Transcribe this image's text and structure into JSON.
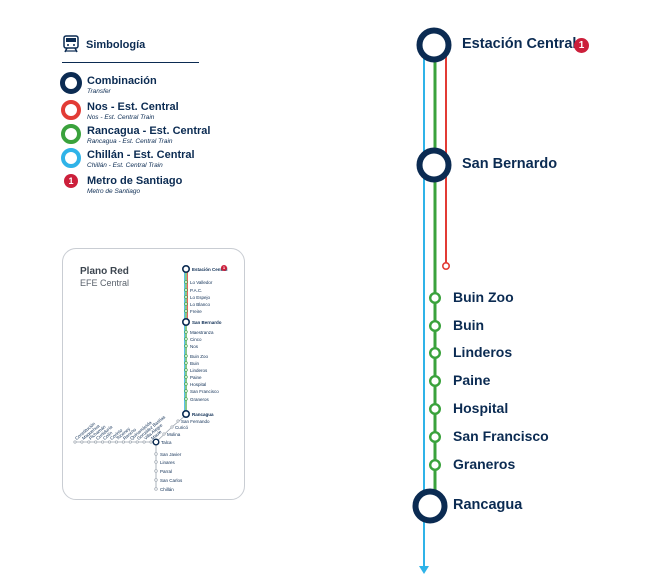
{
  "legend": {
    "title": "Simbología",
    "items": [
      {
        "key": "transfer",
        "label": "Combinación",
        "sublabel": "Transfer",
        "color": "#0b2b52"
      },
      {
        "key": "nos",
        "label": "Nos - Est. Central",
        "sublabel": "Nos - Est. Central Train",
        "color": "#e23b35"
      },
      {
        "key": "rancagua",
        "label": "Rancagua - Est. Central",
        "sublabel": "Rancagua - Est. Central Train",
        "color": "#3aa23c"
      },
      {
        "key": "chillan",
        "label": "Chillán - Est. Central",
        "sublabel": "Chillán - Est. Central Train",
        "color": "#2fb3e8"
      }
    ],
    "metro": {
      "badge": "1",
      "label": "Metro de Santiago",
      "sublabel": "Metro de Santiago"
    }
  },
  "network_card": {
    "title": "Plano Red",
    "subtitle": "EFE Central",
    "north_stations": [
      "Estación Central",
      "Lo Valledor",
      "P.A.C.",
      "Lo Espejo",
      "Lo Blanco",
      "Freire",
      "San Bernardo",
      "Maestranza",
      "Cinco",
      "Nos",
      "Buin Zoo",
      "Buin",
      "Linderos",
      "Paine",
      "Hospital",
      "San Francisco",
      "Graneros",
      "Rancagua",
      "San Fernando",
      "Curicó",
      "Molina",
      "Talca"
    ],
    "south_stations": [
      "San Javier",
      "Linares",
      "Parral",
      "San Carlos",
      "Chillán"
    ],
    "coast_stations": [
      "Constitución",
      "Maquehua",
      "Pichamán",
      "Curtiduría",
      "Colín",
      "Corinto",
      "Toconey",
      "Rancho",
      "Quinamávida",
      "González Bastías",
      "Villa Alegre",
      "Maule"
    ],
    "metro_badge": "1"
  },
  "main_line": {
    "metro_badge": "1",
    "stations": [
      {
        "name": "Estación Central",
        "type": "transfer",
        "metro": true
      },
      {
        "name": "San Bernardo",
        "type": "transfer"
      },
      {
        "name": "Buin Zoo",
        "type": "stop"
      },
      {
        "name": "Buin",
        "type": "stop"
      },
      {
        "name": "Linderos",
        "type": "stop"
      },
      {
        "name": "Paine",
        "type": "stop"
      },
      {
        "name": "Hospital",
        "type": "stop"
      },
      {
        "name": "San Francisco",
        "type": "stop"
      },
      {
        "name": "Graneros",
        "type": "stop"
      },
      {
        "name": "Rancagua",
        "type": "transfer"
      }
    ]
  },
  "colors": {
    "navy": "#0b2b52",
    "red": "#e23b35",
    "green": "#3aa23c",
    "blue": "#2fb3e8"
  }
}
